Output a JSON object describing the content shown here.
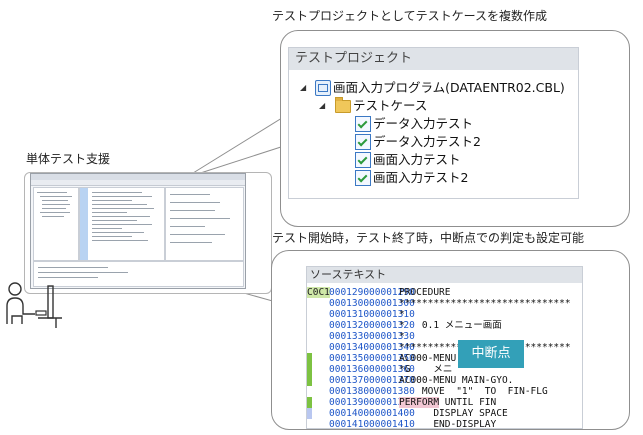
{
  "captions": {
    "top": "テストプロジェクトとしてテストケースを複数作成",
    "overview": "単体テスト支援",
    "bottom": "テスト開始時，テスト終了時，中断点での判定も設定可能"
  },
  "project_panel": {
    "header": "テストプロジェクト",
    "program": "画面入力プログラム(DATAENTR02.CBL)",
    "folder": "テストケース",
    "cases": [
      "データ入力テスト",
      "データ入力テスト2",
      "画面入力テスト",
      "画面入力テスト2"
    ]
  },
  "source_panel": {
    "header": "ソーステキスト",
    "current_marker": "C0C1",
    "rows": [
      {
        "seq": "000129000001290",
        "text": "PROCEDURE",
        "mark": ""
      },
      {
        "seq": "000130000001300",
        "text": "******************************",
        "mark": ""
      },
      {
        "seq": "000131000001310",
        "text": "*",
        "mark": ""
      },
      {
        "seq": "000132000001320",
        "text": "*   0.1 メニュー画面",
        "mark": ""
      },
      {
        "seq": "000133000001330",
        "text": "*",
        "mark": ""
      },
      {
        "seq": "000134000001340",
        "text": "******************************",
        "mark": ""
      },
      {
        "seq": "000135000001350",
        "text": "AC000-MENU",
        "mark": "green"
      },
      {
        "seq": "000136000001360",
        "text": "*G    メニ",
        "mark": "green"
      },
      {
        "seq": "000137000001370",
        "text": "AC000-MENU MAIN-GYO.",
        "mark": "green"
      },
      {
        "seq": "000138000001380",
        "text": "    MOVE  \"1\"  TO  FIN-FLG",
        "mark": ""
      },
      {
        "seq": "000139000001390",
        "text": "PERFORM UNTIL FIN",
        "mark": "green"
      },
      {
        "seq": "000140000001400",
        "text": "      DISPLAY SPACE",
        "mark": "blue"
      },
      {
        "seq": "000141000001410",
        "text": "      END-DISPLAY",
        "mark": ""
      }
    ],
    "highlight_word": "PERFORM",
    "breakpoint_label": "中断点"
  },
  "colors": {
    "line_number": "#1e56c8",
    "gutter_mark": "#7dc242",
    "breakpoint_bg": "#33a0b8",
    "panel_header": "#dfe3e8"
  }
}
